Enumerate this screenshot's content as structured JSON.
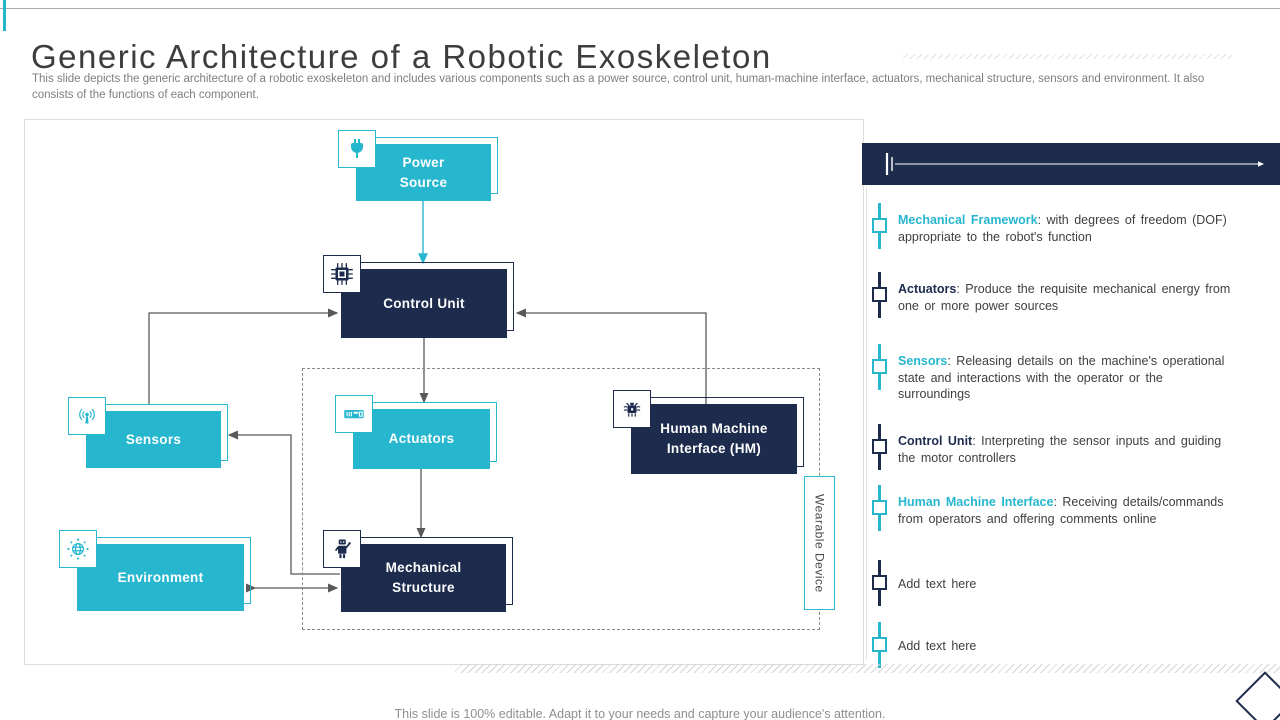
{
  "slide": {
    "title": "Generic Architecture of a Robotic Exoskeleton",
    "subtitle": "This slide depicts the generic architecture of a robotic exoskeleton and includes various components such as a power source, control unit, human-machine interface, actuators, mechanical structure, sensors and environment. It also consists of the functions of each component.",
    "footer": "This slide is 100% editable. Adapt it to your needs and capture your audience's attention."
  },
  "diagram": {
    "wearable_label": "Wearable Device",
    "nodes": [
      {
        "id": "power-source",
        "label": "Power\nSource",
        "color": "teal",
        "icon": "plug-icon"
      },
      {
        "id": "control-unit",
        "label": "Control Unit",
        "color": "navy",
        "icon": "chip-icon"
      },
      {
        "id": "sensors",
        "label": "Sensors",
        "color": "teal",
        "icon": "antenna-icon"
      },
      {
        "id": "actuators",
        "label": "Actuators",
        "color": "teal",
        "icon": "actuator-icon"
      },
      {
        "id": "human-machine-interface",
        "label": "Human Machine\nInterface (HM)",
        "color": "navy",
        "icon": "interface-chip-icon"
      },
      {
        "id": "environment",
        "label": "Environment",
        "color": "teal",
        "icon": "globe-icon"
      },
      {
        "id": "mechanical-structure",
        "label": "Mechanical\nStructure",
        "color": "navy",
        "icon": "robot-icon"
      }
    ]
  },
  "legend": {
    "items": [
      {
        "heading": "Mechanical Framework",
        "sep": ": ",
        "body": "with degrees of freedom (DOF) appropriate to the robot's function",
        "accent": "teal"
      },
      {
        "heading": "Actuators",
        "sep": ": ",
        "body": "Produce the requisite mechanical energy from one or more power sources",
        "accent": "navy"
      },
      {
        "heading": "Sensors",
        "sep": ": ",
        "body": "Releasing details on the machine's operational state and interactions with the operator or the surroundings",
        "accent": "teal"
      },
      {
        "heading": "Control Unit",
        "sep": ": ",
        "body": "Interpreting the sensor inputs and guiding the motor controllers",
        "accent": "navy"
      },
      {
        "heading": "Human Machine Interface",
        "sep": ": ",
        "body": "Receiving details/commands from operators and offering comments online",
        "accent": "teal"
      },
      {
        "heading": "",
        "sep": "",
        "body": "Add text here",
        "accent": "navy"
      },
      {
        "heading": "",
        "sep": "",
        "body": "Add text here",
        "accent": "teal"
      }
    ]
  },
  "colors": {
    "teal": "#26b7cf",
    "navy": "#1d2b4d",
    "arrow": "#595959"
  }
}
